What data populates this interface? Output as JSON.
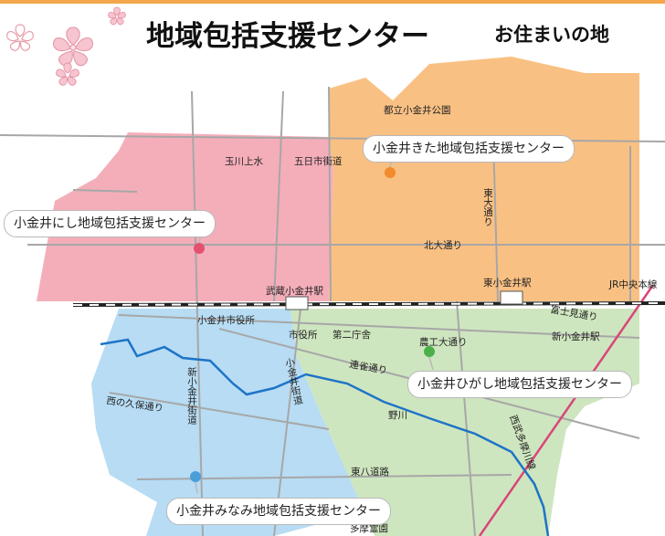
{
  "title": "地域包括支援センター",
  "subtitle": "お住まいの地",
  "centers": {
    "kita": "小金井きた地域包括支援センター",
    "nishi": "小金井にし地域包括支援センター",
    "higashi": "小金井ひがし地域包括支援センター",
    "minami": "小金井みなみ地域包括支援センター"
  },
  "places": {
    "park": "都立小金井公園",
    "tamagawa": "玉川上水",
    "itsukaichi": "五日市街道",
    "higashi_odori": "東大通り",
    "kita_odori": "北大通り",
    "musashi_koganei": "武蔵小金井駅",
    "higashi_koganei": "東小金井駅",
    "jr_line": "JR中央本線",
    "fujimi": "富士見通り",
    "city_hall": "小金井市役所",
    "shiyakusho": "市役所",
    "daini": "第二庁舎",
    "noko": "農工大通り",
    "shinkoganei_st": "新小金井駅",
    "rensaku": "連雀通り",
    "shinkoganei_kaido": "新小金井街道",
    "koganei_kaido": "小金井街道",
    "nishinokubo": "西の久保通り",
    "nogawa": "野川",
    "seibu": "西武多摩川線",
    "higashi_hachi": "東八道路",
    "tama_reien": "多摩霊園"
  },
  "colors": {
    "north": "#f9c083",
    "west": "#f4aeba",
    "south": "#b7dcf4",
    "east": "#cee6bf",
    "kita_dot": "#f28a2e",
    "nishi_dot": "#e2516e",
    "higashi_dot": "#4bb04a",
    "minami_dot": "#4a9fd9",
    "river": "#1e74c7",
    "seibu_line": "#d9467a",
    "header_bar": "#f3a64a"
  }
}
